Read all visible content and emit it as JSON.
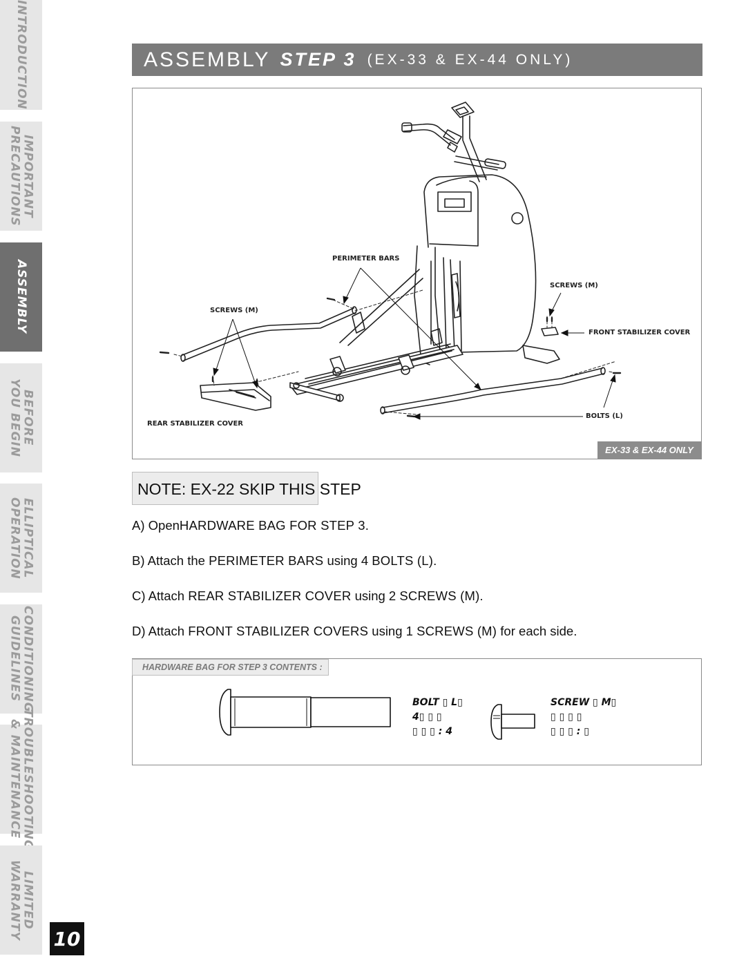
{
  "tabs": [
    {
      "label": "INTRODUCTION",
      "active": false
    },
    {
      "label": "IMPORTANT\nPRECAUTIONS",
      "active": false
    },
    {
      "label": "ASSEMBLY",
      "active": true
    },
    {
      "label": "BEFORE\nYOU BEGIN",
      "active": false
    },
    {
      "label": "ELLIPTICAL\nOPERATION",
      "active": false
    },
    {
      "label": "CONDITIONING\nGUIDELINES",
      "active": false
    },
    {
      "label": "TROUBLESHOOTING\n& MAINTENANCE",
      "active": false
    },
    {
      "label": "LIMITED\nWARRANTY",
      "active": false
    }
  ],
  "page_number": "10",
  "title": {
    "assembly": "ASSEMBLY",
    "step": "STEP 3",
    "models": "(EX-33 & EX-44 ONLY)"
  },
  "diagram": {
    "callouts": {
      "perimeter_bars": "PERIMETER BARS",
      "screws_m_left": "SCREWS (M)",
      "screws_m_right": "SCREWS (M)",
      "front_stabilizer_cover": "FRONT STABILIZER COVER",
      "rear_stabilizer_cover": "REAR STABILIZER COVER",
      "bolts_l": "BOLTS (L)"
    },
    "model_tag": "EX-33 & EX-44 ONLY"
  },
  "note": "NOTE: EX-22 SKIP THIS STEP",
  "instructions": [
    {
      "prefix": "A) Open",
      "segments": [
        "HARDWARE BAG FOR STEP 3."
      ]
    },
    {
      "prefix": "B) Attach the",
      "segments": [
        "PERIMETER BARS",
        "using 4",
        "BOLTS (L)."
      ]
    },
    {
      "prefix": "C) Attach",
      "segments": [
        "REAR STABILIZER COVER",
        "using 2",
        "SCREWS (M)."
      ]
    },
    {
      "prefix": "D) Attach",
      "segments": [
        "FRONT STABILIZER COVERS",
        "using 1",
        "SCREWS (M)",
        "for each side."
      ]
    }
  ],
  "hardware": {
    "label": "HARDWARE BAG FOR STEP  3 CONTENTS :",
    "bolt": {
      "line1": "BOLT ▯ L▯",
      "line2": "4▯ ▯ ▯",
      "line3": "▯ ▯ ▯ : 4"
    },
    "screw": {
      "line1": "SCREW ▯ M▯",
      "line2": "▯ ▯ ▯ ▯",
      "line3": "▯ ▯ ▯ : ▯"
    }
  }
}
